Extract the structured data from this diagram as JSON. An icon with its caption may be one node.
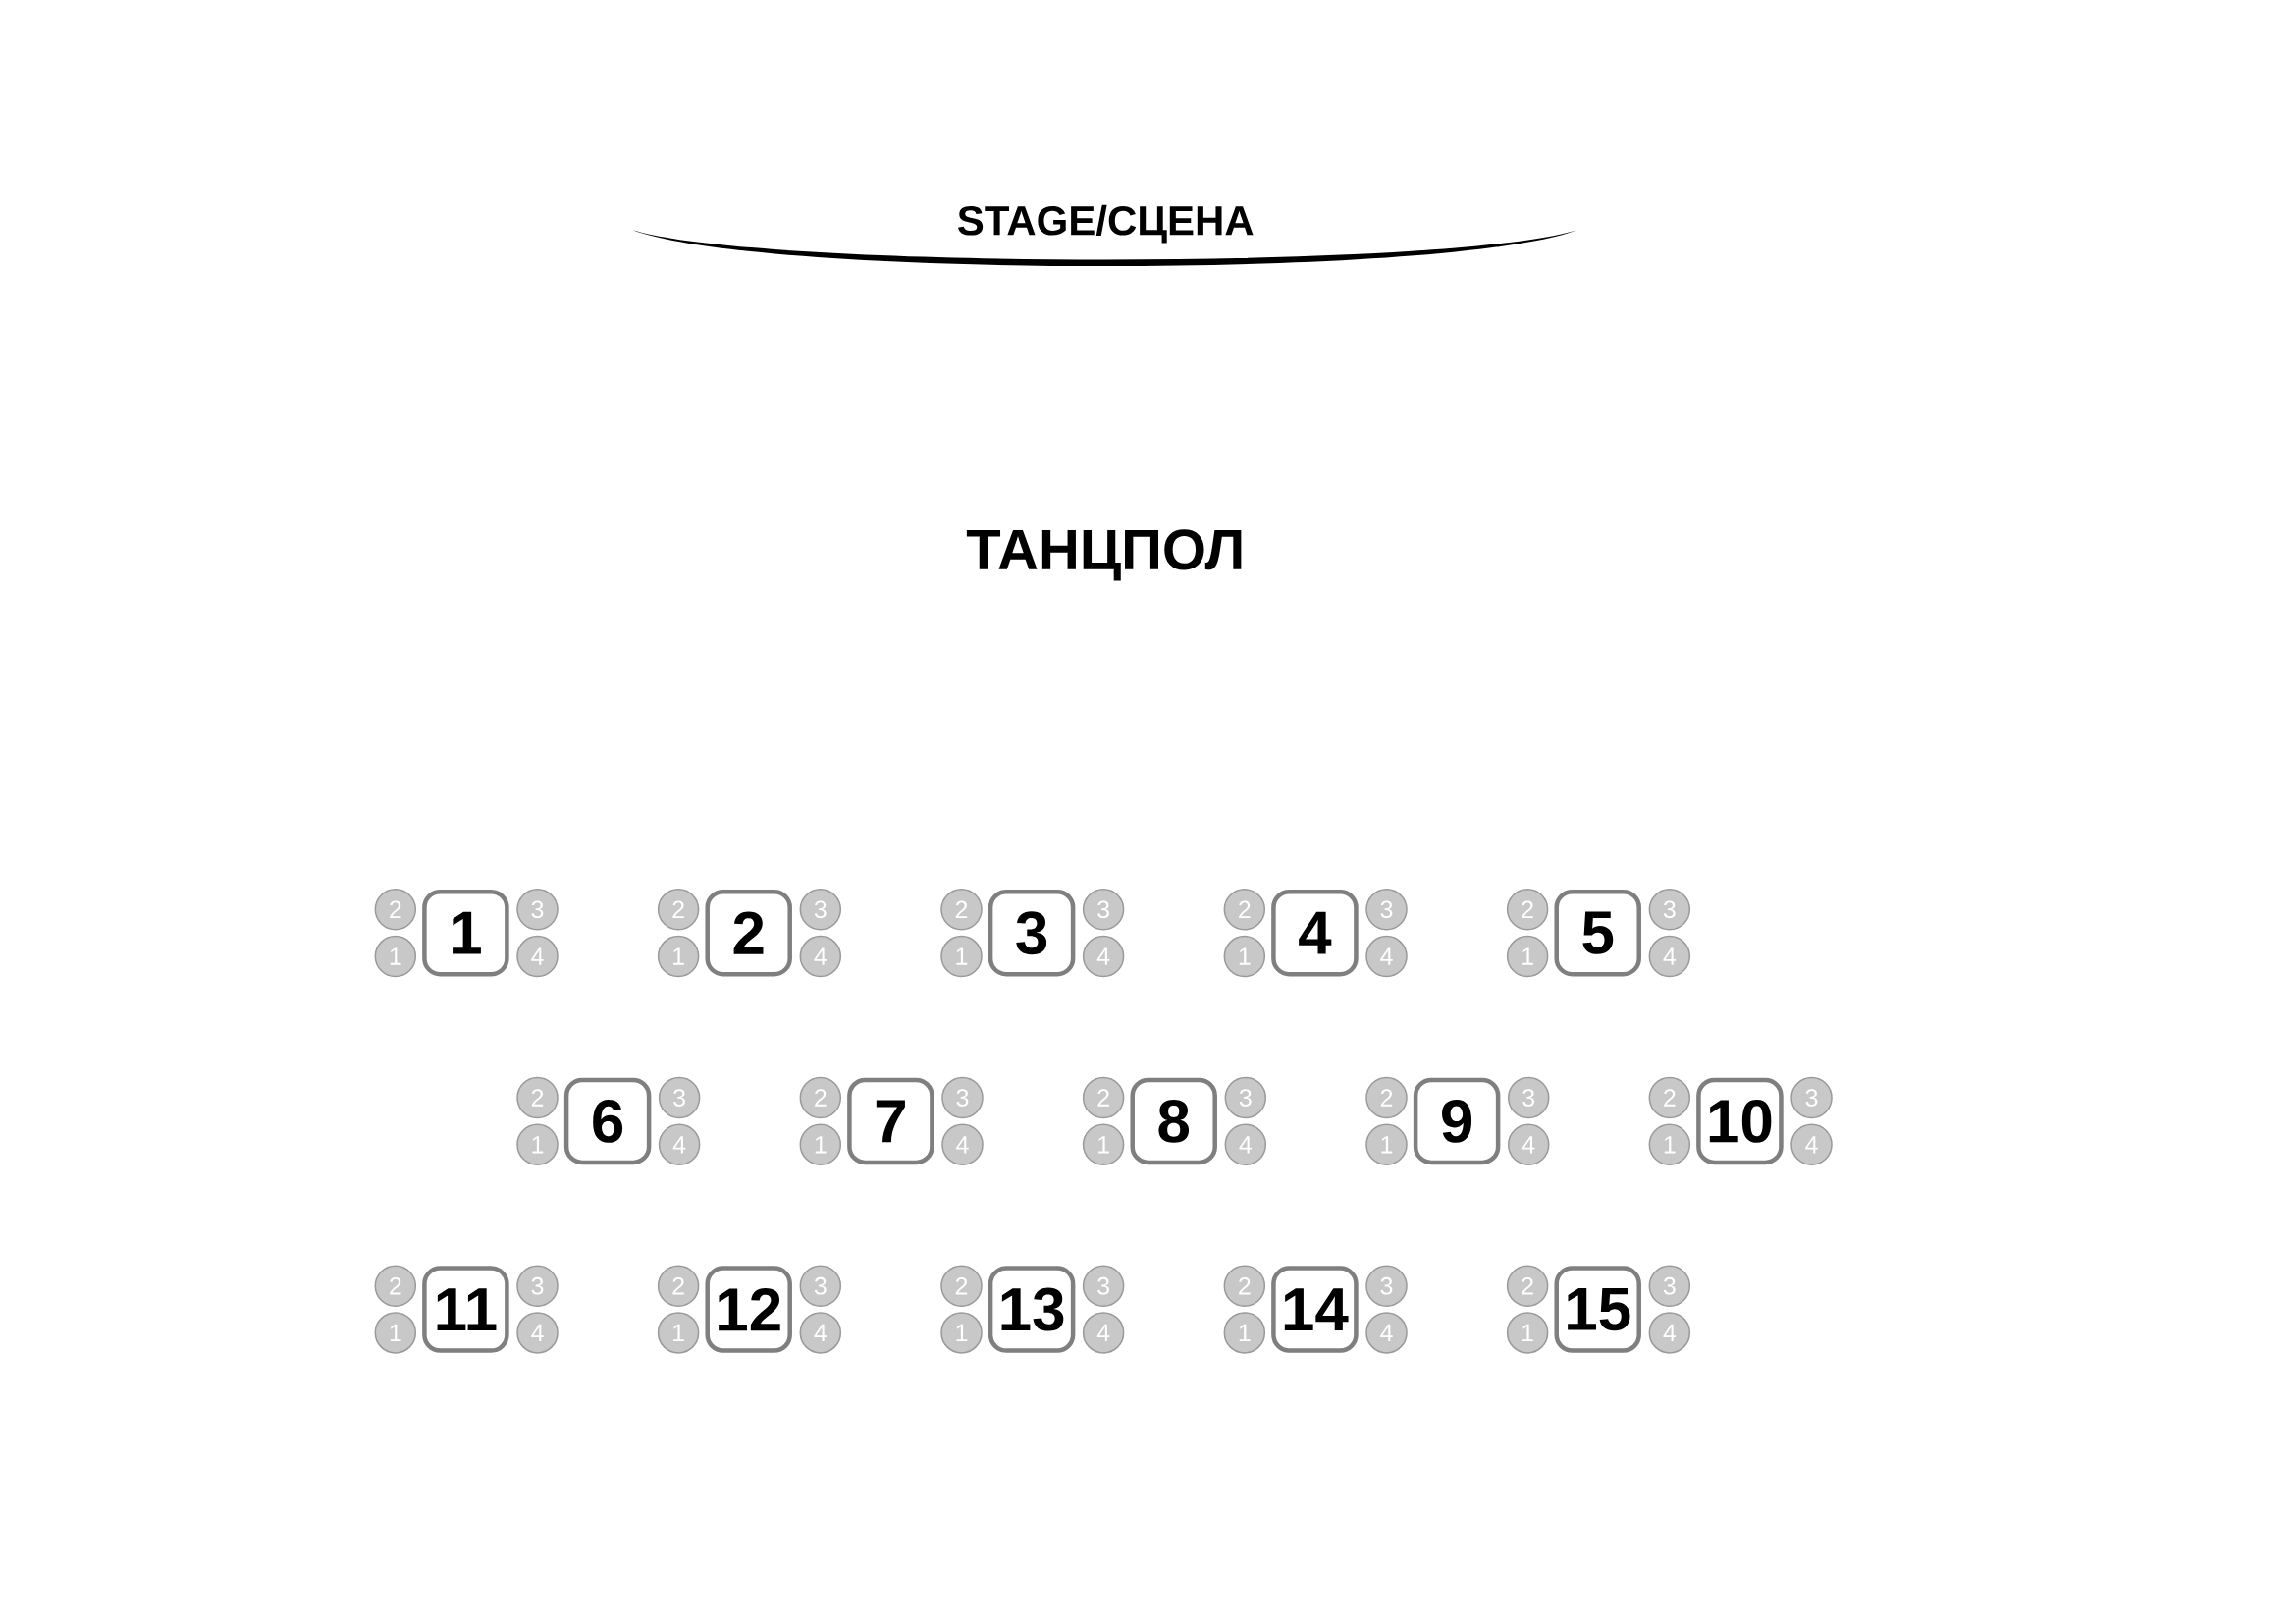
{
  "diagram": {
    "nodes": [
      {
        "text": [
          "1"
        ]
      },
      {
        "text": [
          "2"
        ]
      },
      {
        "text": [
          "3"
        ]
      },
      {
        "text": [
          "1"
        ]
      },
      {
        "text": [
          "4"
        ]
      },
      {
        "text": [
          "2"
        ]
      },
      {
        "text": [
          "2"
        ]
      },
      {
        "text": [
          "3"
        ]
      },
      {
        "text": [
          "1"
        ]
      },
      {
        "text": [
          "4"
        ]
      },
      {
        "text": [
          "3"
        ]
      },
      {
        "text": [
          "2"
        ]
      },
      {
        "text": [
          "3"
        ]
      },
      {
        "text": [
          "1"
        ]
      },
      {
        "text": [
          "4"
        ]
      },
      {
        "text": [
          "4"
        ]
      },
      {
        "text": [
          "2"
        ]
      },
      {
        "text": [
          "3"
        ]
      },
      {
        "text": [
          "1"
        ]
      },
      {
        "text": [
          "4"
        ]
      },
      {
        "text": [
          "5"
        ]
      },
      {
        "text": [
          "2"
        ]
      },
      {
        "text": [
          "3"
        ]
      },
      {
        "text": [
          "1"
        ]
      },
      {
        "text": [
          "4"
        ]
      },
      {
        "text": [
          "6"
        ]
      },
      {
        "text": [
          "2"
        ]
      },
      {
        "text": [
          "3"
        ]
      },
      {
        "text": [
          "1"
        ]
      },
      {
        "text": [
          "4"
        ]
      },
      {
        "text": [
          "7"
        ]
      },
      {
        "text": [
          "2"
        ]
      },
      {
        "text": [
          "3"
        ]
      },
      {
        "text": [
          "1"
        ]
      },
      {
        "text": [
          "4"
        ]
      },
      {
        "text": [
          "8"
        ]
      },
      {
        "text": [
          "2"
        ]
      },
      {
        "text": [
          "3"
        ]
      },
      {
        "text": [
          "1"
        ]
      },
      {
        "text": [
          "4"
        ]
      },
      {
        "text": [
          "9"
        ]
      },
      {
        "text": [
          "2"
        ]
      },
      {
        "text": [
          "3"
        ]
      },
      {
        "text": [
          "1"
        ]
      },
      {
        "text": [
          "4"
        ]
      },
      {
        "text": [
          "10"
        ]
      },
      {
        "text": [
          "2"
        ]
      },
      {
        "text": [
          "3"
        ]
      },
      {
        "text": [
          "1"
        ]
      },
      {
        "text": [
          "4"
        ]
      },
      {
        "text": [
          "11"
        ]
      },
      {
        "text": [
          "2"
        ]
      },
      {
        "text": [
          "3"
        ]
      },
      {
        "text": [
          "1"
        ]
      },
      {
        "text": [
          "4"
        ]
      },
      {
        "text": [
          "12"
        ]
      },
      {
        "text": [
          "2"
        ]
      },
      {
        "text": [
          "3"
        ]
      },
      {
        "text": [
          "1"
        ]
      },
      {
        "text": [
          "4"
        ]
      },
      {
        "text": [
          "13"
        ]
      },
      {
        "text": [
          "2"
        ]
      },
      {
        "text": [
          "3"
        ]
      },
      {
        "text": [
          "1"
        ]
      },
      {
        "text": [
          "4"
        ]
      },
      {
        "text": [
          "14"
        ]
      },
      {
        "text": [
          "2"
        ]
      },
      {
        "text": [
          "3"
        ]
      },
      {
        "text": [
          "1"
        ]
      },
      {
        "text": [
          "4"
        ]
      },
      {
        "text": [
          "15"
        ]
      },
      {
        "text": [
          "2"
        ]
      },
      {
        "text": [
          "3"
        ]
      },
      {
        "text": [
          "1"
        ]
      },
      {
        "text": [
          "4"
        ]
      }
    ],
    "labels": [
      "STAGE/СЦЕНА",
      "ТАНЦПОЛ"
    ]
  }
}
